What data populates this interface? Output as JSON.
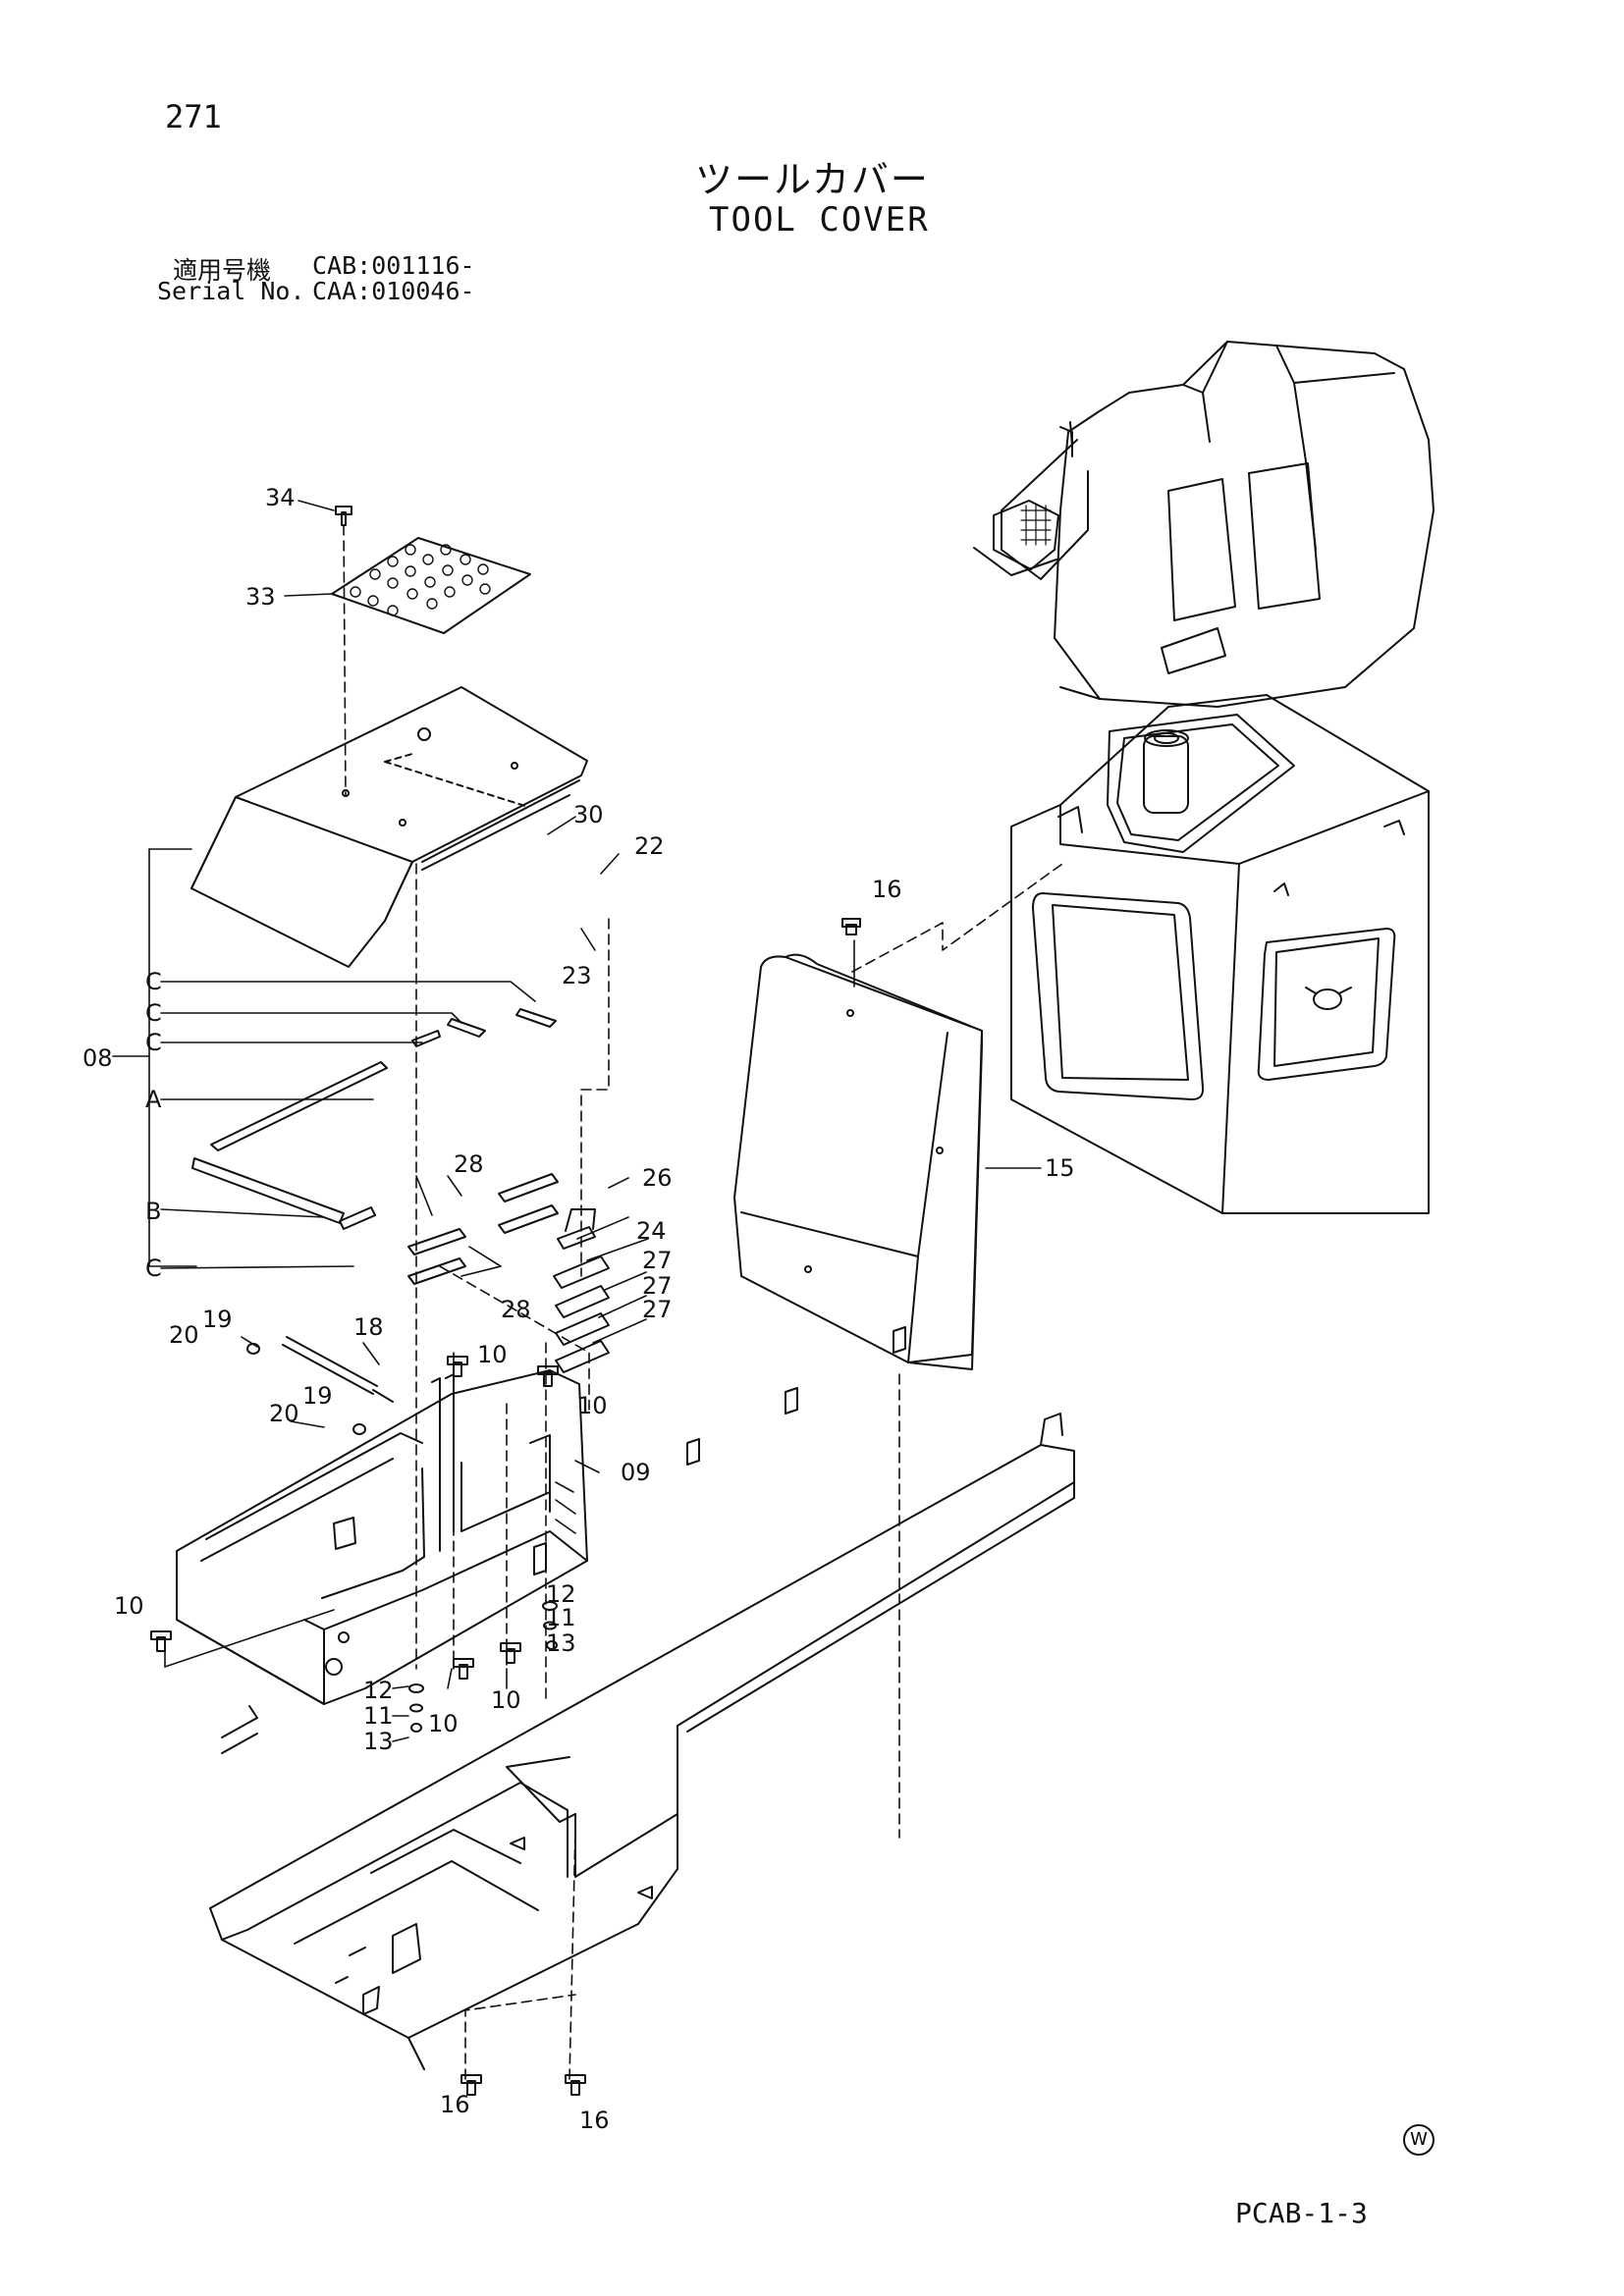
{
  "header": {
    "page_number": "271",
    "title_jp": "ツールカバー",
    "title_en": "TOOL COVER",
    "serial_jp_label": "適用号機",
    "serial_jp_value": "CAB:001116-",
    "serial_en_label": "Serial No.",
    "serial_en_value": "CAA:010046-"
  },
  "footer": {
    "mark": "W",
    "code": "PCAB-1-3"
  },
  "callouts": [
    {
      "id": "c34",
      "label": "34"
    },
    {
      "id": "c33",
      "label": "33"
    },
    {
      "id": "c30",
      "label": "30"
    },
    {
      "id": "c22",
      "label": "22"
    },
    {
      "id": "c23",
      "label": "23"
    },
    {
      "id": "c16a",
      "label": "16"
    },
    {
      "id": "c15",
      "label": "15"
    },
    {
      "id": "cC1",
      "label": "C"
    },
    {
      "id": "cC2",
      "label": "C"
    },
    {
      "id": "cC3",
      "label": "C"
    },
    {
      "id": "c08",
      "label": "08"
    },
    {
      "id": "cA",
      "label": "A"
    },
    {
      "id": "cB",
      "label": "B"
    },
    {
      "id": "cC4",
      "label": "C"
    },
    {
      "id": "c28a",
      "label": "28"
    },
    {
      "id": "c26",
      "label": "26"
    },
    {
      "id": "c24",
      "label": "24"
    },
    {
      "id": "c27a",
      "label": "27"
    },
    {
      "id": "c27b",
      "label": "27"
    },
    {
      "id": "c27c",
      "label": "27"
    },
    {
      "id": "c28b",
      "label": "28"
    },
    {
      "id": "c19a",
      "label": "19"
    },
    {
      "id": "c20a",
      "label": "20"
    },
    {
      "id": "c18",
      "label": "18"
    },
    {
      "id": "c10a",
      "label": "10"
    },
    {
      "id": "c10b",
      "label": "10"
    },
    {
      "id": "c19b",
      "label": "19"
    },
    {
      "id": "c20b",
      "label": "20"
    },
    {
      "id": "c09",
      "label": "09"
    },
    {
      "id": "c10c",
      "label": "10"
    },
    {
      "id": "c12a",
      "label": "12"
    },
    {
      "id": "c11a",
      "label": "11"
    },
    {
      "id": "c13a",
      "label": "13"
    },
    {
      "id": "c12b",
      "label": "12"
    },
    {
      "id": "c10d",
      "label": "10"
    },
    {
      "id": "c10e",
      "label": "10"
    },
    {
      "id": "c11b",
      "label": "11"
    },
    {
      "id": "c13b",
      "label": "13"
    },
    {
      "id": "c16b",
      "label": "16"
    },
    {
      "id": "c16c",
      "label": "16"
    }
  ]
}
